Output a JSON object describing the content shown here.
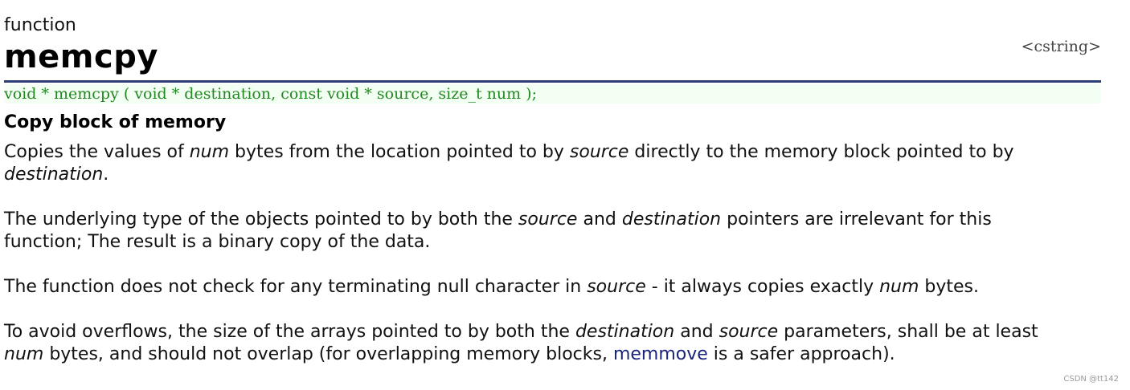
{
  "header": {
    "kind": "function",
    "title": "memcpy",
    "library": "<cstring>"
  },
  "prototype": "void * memcpy ( void * destination, const void * source, size_t num );",
  "subtitle": "Copy block of memory",
  "paragraphs": {
    "p1": {
      "t1": "Copies the values of ",
      "e1": "num",
      "t2": " bytes from the location pointed to by ",
      "e2": "source",
      "t3": " directly to the memory block pointed to by",
      "e3": "destination",
      "t4": "."
    },
    "p2": {
      "t1": "The underlying type of the objects pointed to by both the ",
      "e1": "source",
      "t2": " and ",
      "e2": "destination",
      "t3": " pointers are irrelevant for this",
      "t4": "function; The result is a binary copy of the data."
    },
    "p3": {
      "t1": "The function does not check for any terminating null character in ",
      "e1": "source",
      "t2": " - it always copies exactly ",
      "e2": "num",
      "t3": " bytes."
    },
    "p4": {
      "t1": "To avoid overflows, the size of the arrays pointed to by both the ",
      "e1": "destination",
      "t2": " and ",
      "e2": "source",
      "t3": " parameters, shall be at least",
      "e3": "num",
      "t4": " bytes, and should not overlap (for overlapping memory blocks, ",
      "link": "memmove",
      "t5": " is a safer approach)."
    }
  },
  "watermark": "CSDN @tt142",
  "colors": {
    "rule": "#2b3d74",
    "prototype_text": "#228822",
    "prototype_bg": "#f4fff4",
    "link": "#1a237e"
  }
}
